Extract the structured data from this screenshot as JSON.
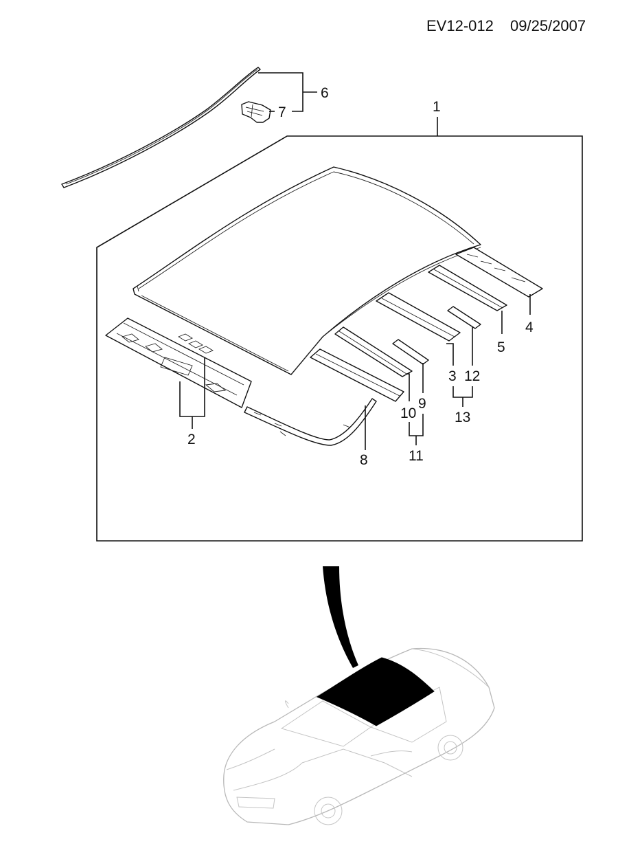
{
  "header": {
    "doc_code": "EV12-012",
    "date": "09/25/2007"
  },
  "callouts": [
    "1",
    "2",
    "3",
    "4",
    "5",
    "6",
    "7",
    "8",
    "9",
    "10",
    "11",
    "12",
    "13"
  ],
  "icons": {
    "roof_panel": "roof-panel-icon",
    "drip_molding": "roof-drip-molding-icon",
    "clip": "molding-clip-icon",
    "bow": "roof-bow-icon",
    "sunroof_frame": "sunroof-frame-icon",
    "vehicle": "vehicle-locator-icon"
  },
  "colors": {
    "line": "#111111",
    "car_outline": "#b8b8b8",
    "highlight": "#000000"
  }
}
